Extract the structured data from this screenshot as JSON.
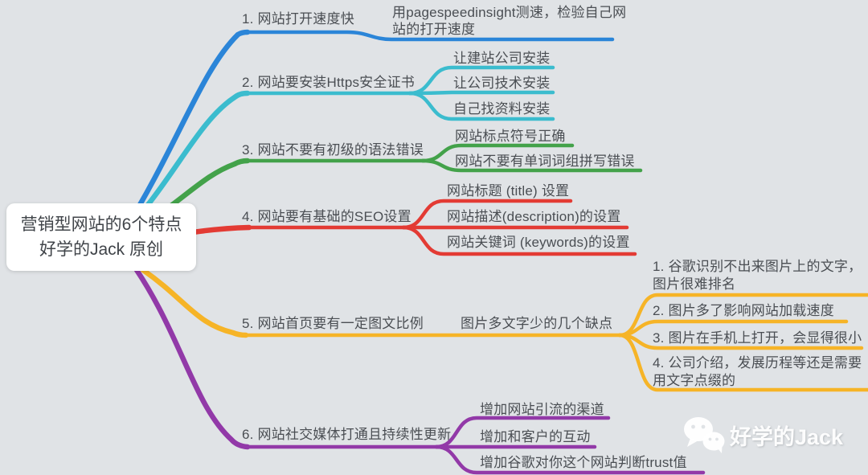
{
  "app": {
    "background_color": "#E0E3E6",
    "text_color": "#4A4E53"
  },
  "root": {
    "title_line1": "营销型网站的6个特点",
    "title_line2": "好学的Jack 原创"
  },
  "branches": [
    {
      "label": "1. 网站打开速度快",
      "color": "#2B85D8",
      "children": [
        {
          "label": "用pagespeedinsight测速，检验自己网站的打开速度"
        }
      ]
    },
    {
      "label": "2. 网站要安装Https安全证书",
      "color": "#3BBCCE",
      "children": [
        {
          "label": "让建站公司安装"
        },
        {
          "label": "让公司技术安装"
        },
        {
          "label": "自己找资料安装"
        }
      ]
    },
    {
      "label": "3. 网站不要有初级的语法错误",
      "color": "#43A24A",
      "children": [
        {
          "label": "网站标点符号正确"
        },
        {
          "label": "网站不要有单词词组拼写错误"
        }
      ]
    },
    {
      "label": "4. 网站要有基础的SEO设置",
      "color": "#E33B34",
      "children": [
        {
          "label": "网站标题 (title) 设置"
        },
        {
          "label": "网站描述(description)的设置"
        },
        {
          "label": "网站关键词 (keywords)的设置"
        }
      ]
    },
    {
      "label": "5. 网站首页要有一定图文比例",
      "color": "#F6B427",
      "children": [
        {
          "label": "图片多文字少的几个缺点",
          "children": [
            {
              "label": "1. 谷歌识别不出来图片上的文字，图片很难排名"
            },
            {
              "label": "2. 图片多了影响网站加载速度"
            },
            {
              "label": "3. 图片在手机上打开，会显得很小"
            },
            {
              "label": "4. 公司介绍，发展历程等还是需要用文字点缀的"
            }
          ]
        }
      ]
    },
    {
      "label": "6. 网站社交媒体打通且持续性更新",
      "color": "#9239A8",
      "children": [
        {
          "label": "增加网站引流的渠道"
        },
        {
          "label": "增加和客户的互动"
        },
        {
          "label": "增加谷歌对你这个网站判断trust值"
        }
      ]
    }
  ],
  "watermark": {
    "label": "好学的Jack",
    "icon": "wechat-logo-icon",
    "color": "#FFFFFF"
  }
}
